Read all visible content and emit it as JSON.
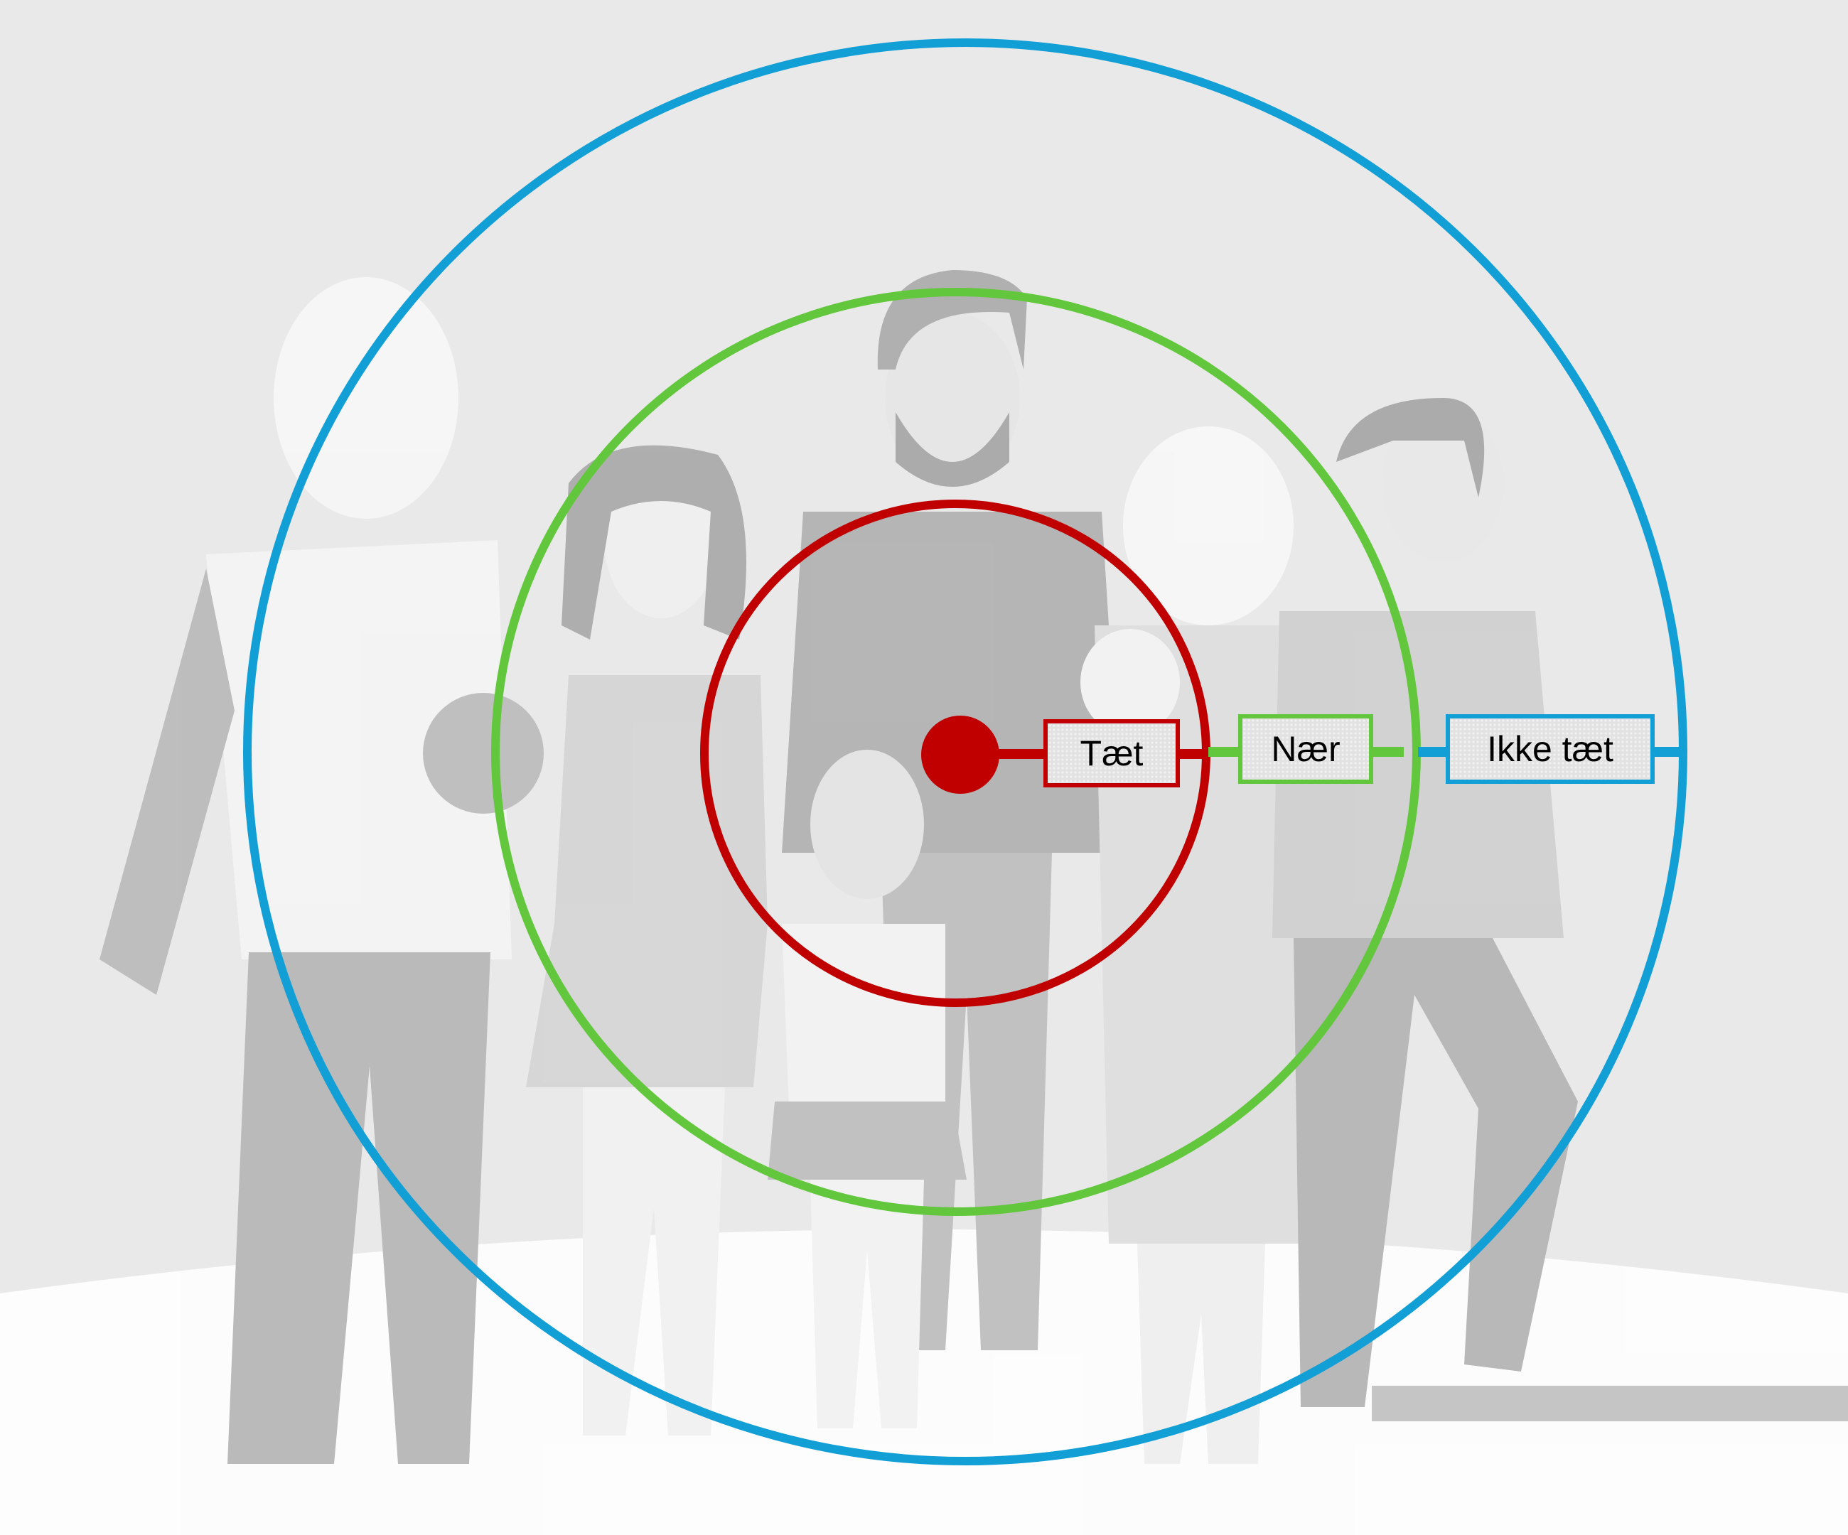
{
  "rings": [
    {
      "label": "Tæt",
      "color": "#c00000"
    },
    {
      "label": "Nær",
      "color": "#62c73c"
    },
    {
      "label": "Ikke tæt",
      "color": "#119fd6"
    }
  ],
  "center_dot_color": "#c00000"
}
